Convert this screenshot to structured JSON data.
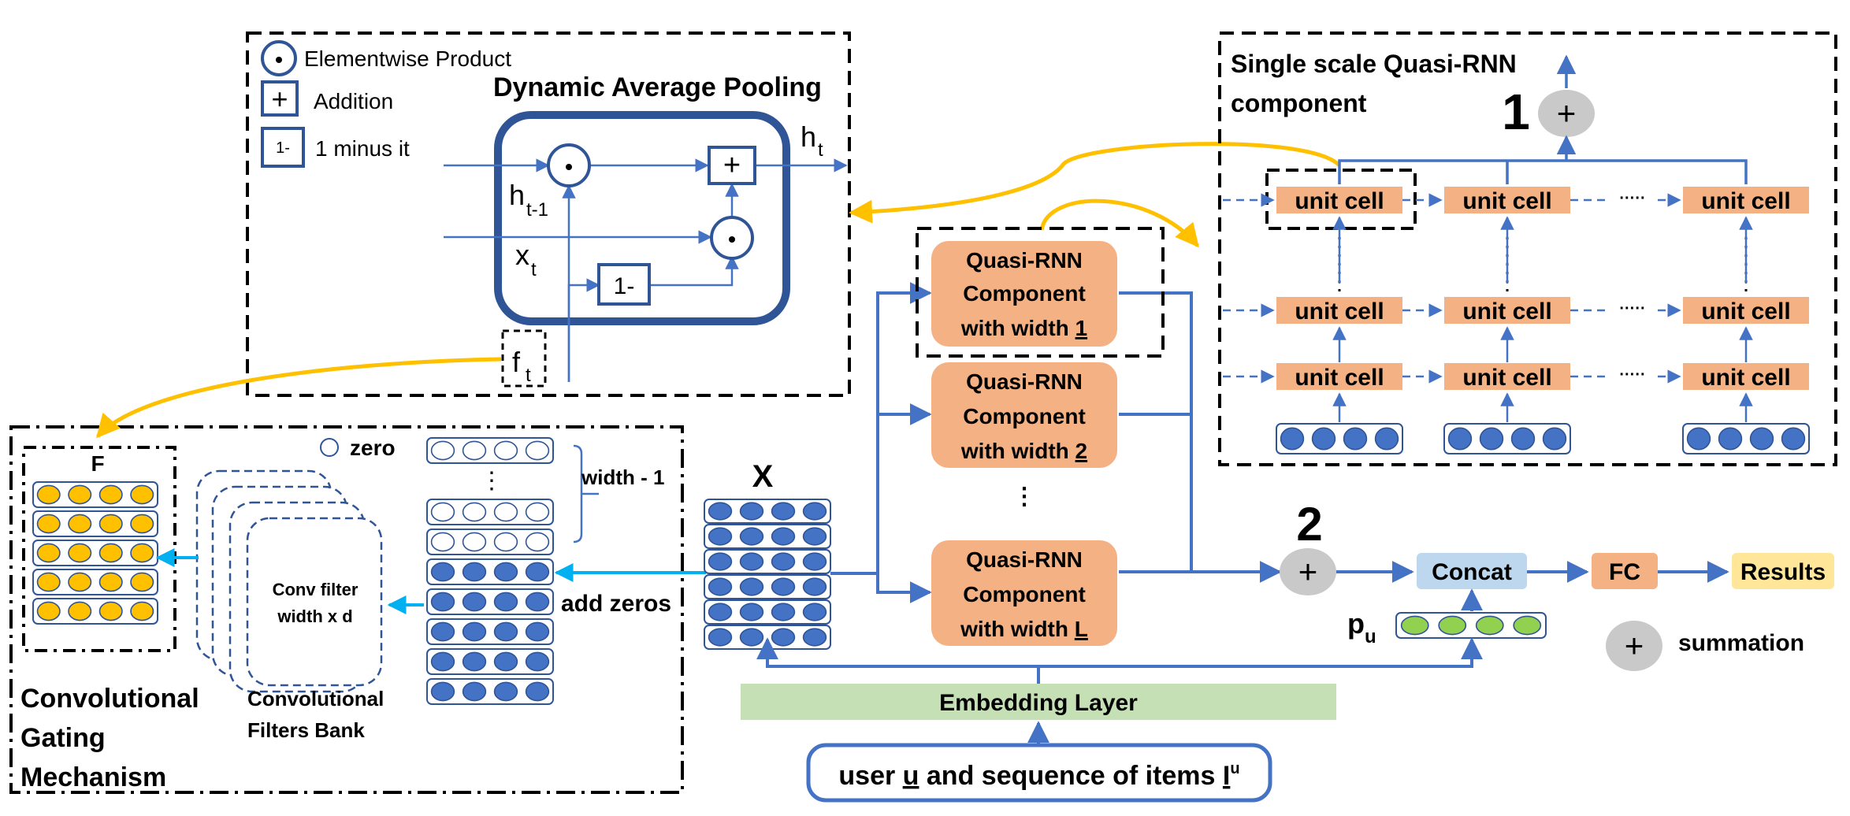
{
  "legend": {
    "elementwise_product": "Elementwise Product",
    "addition": "Addition",
    "one_minus_it": "1 minus it",
    "dot_symbol": "•",
    "plus_symbol": "+",
    "one_minus_symbol": "1-",
    "zero": "zero",
    "summation": "summation"
  },
  "pooling": {
    "title": "Dynamic Average Pooling",
    "h_t": "h",
    "h_t_sub": "t",
    "h_prev": "h",
    "h_prev_sub": "t-1",
    "x_t": "x",
    "x_t_sub": "t",
    "one_minus": "1-",
    "f_t": "f",
    "f_t_sub": "t"
  },
  "gating": {
    "title_line1": "Convolutional",
    "title_line2": "Gating",
    "title_line3": "Mechanism",
    "F_label": "F",
    "filter_text_line1": "Conv filter",
    "filter_text_line2": "width x d",
    "bank_label_line1": "Convolutional",
    "bank_label_line2": "Filters Bank",
    "width_minus_one": "width - 1",
    "add_zeros": "add zeros",
    "vertical_ellipsis": "⋮"
  },
  "quasi_rnn": {
    "input_label": "X",
    "component_1_text": "Quasi-RNN Component with width",
    "component_1_width": "1",
    "component_2_width": "2",
    "component_L_width": "L",
    "line1": "Quasi-RNN",
    "line2": "Component",
    "line3_prefix": "with width "
  },
  "single_scale": {
    "title_line1": "Single scale Quasi-RNN",
    "title_line2": "component",
    "unit_cell": "unit cell",
    "number_1": "1",
    "hdots": "·····"
  },
  "output": {
    "number_2": "2",
    "concat": "Concat",
    "fc": "FC",
    "results": "Results",
    "p_u": "p",
    "p_u_sub": "u"
  },
  "bottom": {
    "embedding_layer": "Embedding Layer",
    "user_prefix": "user ",
    "user_u": "u",
    "user_middle": " and sequence of items ",
    "items_I": "I",
    "items_sup": "u"
  },
  "colors": {
    "blue": "#4472C4",
    "dark_blue": "#2F5597",
    "orange_box": "#F4B183",
    "yellow_dot": "#FFC000",
    "green_dot": "#92D050",
    "gray_circle": "#C9C9C9",
    "embedding_green": "#C5E0B4",
    "concat_blue": "#BDD7EE",
    "results_yellow": "#FFE699",
    "gold_arrow": "#FFC000",
    "cyan_arrow": "#00B0F0"
  }
}
